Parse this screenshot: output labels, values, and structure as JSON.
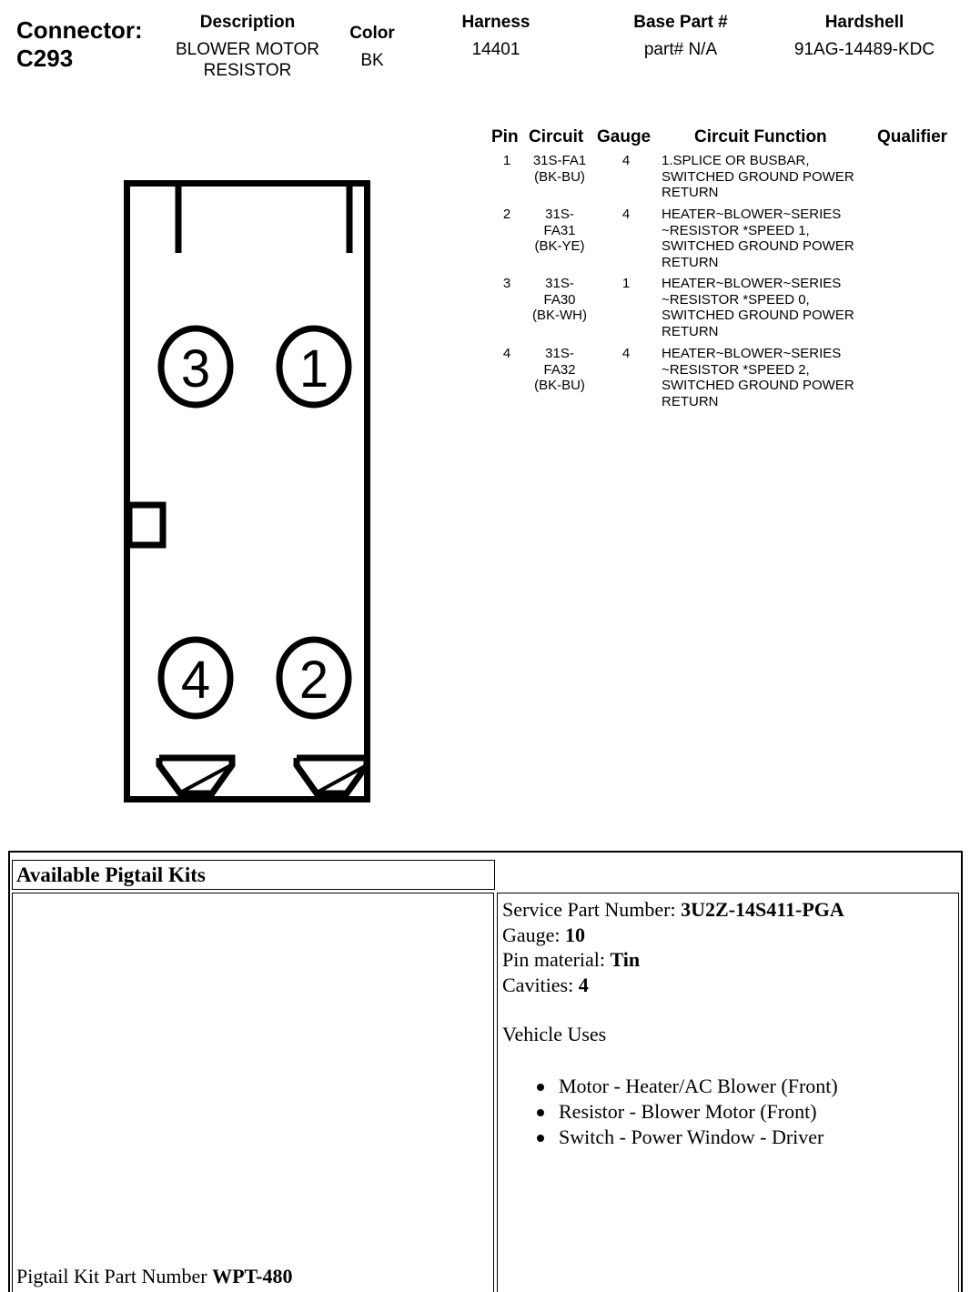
{
  "header": {
    "connector_label": "Connector:",
    "connector_id": "C293",
    "description_label": "Description",
    "description_line1": "BLOWER MOTOR",
    "description_line2": "RESISTOR",
    "color_label": "Color",
    "color_value": "BK",
    "harness_label": "Harness",
    "harness_value": "14401",
    "base_part_label": "Base Part #",
    "base_part_value": "part# N/A",
    "hardshell_label": "Hardshell",
    "hardshell_value": "91AG-14489-KDC"
  },
  "pin_table": {
    "headers": [
      "Pin",
      "Circuit",
      "Gauge",
      "Circuit Function",
      "Qualifier"
    ],
    "rows": [
      {
        "pin": "1",
        "circuit": [
          "31S-FA1",
          "(BK-BU)"
        ],
        "gauge": "4",
        "function": [
          "1.SPLICE OR BUSBAR,",
          "SWITCHED GROUND POWER",
          "RETURN"
        ]
      },
      {
        "pin": "2",
        "circuit": [
          "31S-",
          "FA31",
          "(BK-YE)"
        ],
        "gauge": "4",
        "function": [
          "HEATER~BLOWER~SERIES",
          "~RESISTOR *SPEED 1,",
          "SWITCHED GROUND POWER",
          "RETURN"
        ]
      },
      {
        "pin": "3",
        "circuit": [
          "31S-",
          "FA30",
          "(BK-WH)"
        ],
        "gauge": "1",
        "function": [
          "HEATER~BLOWER~SERIES",
          "~RESISTOR *SPEED 0,",
          "SWITCHED GROUND POWER",
          "RETURN"
        ]
      },
      {
        "pin": "4",
        "circuit": [
          "31S-",
          "FA32",
          "(BK-BU)"
        ],
        "gauge": "4",
        "function": [
          "HEATER~BLOWER~SERIES",
          "~RESISTOR *SPEED 2,",
          "SWITCHED GROUND POWER",
          "RETURN"
        ]
      }
    ]
  },
  "diagram": {
    "pins": [
      "3",
      "1",
      "4",
      "2"
    ]
  },
  "pigtail": {
    "section_title": "Available Pigtail Kits",
    "service_part_label": "Service Part Number: ",
    "service_part_value": "3U2Z-14S411-PGA",
    "gauge_label": "Gauge: ",
    "gauge_value": "10",
    "pin_material_label": "Pin material: ",
    "pin_material_value": "Tin",
    "cavities_label": "Cavities: ",
    "cavities_value": "4",
    "vehicle_uses_label": "Vehicle Uses",
    "vehicle_uses": [
      "Motor - Heater/AC Blower (Front)",
      "Resistor - Blower Motor (Front)",
      "Switch - Power Window - Driver"
    ],
    "kit_part_label": "Pigtail Kit Part Number ",
    "kit_part_value": "WPT-480"
  }
}
